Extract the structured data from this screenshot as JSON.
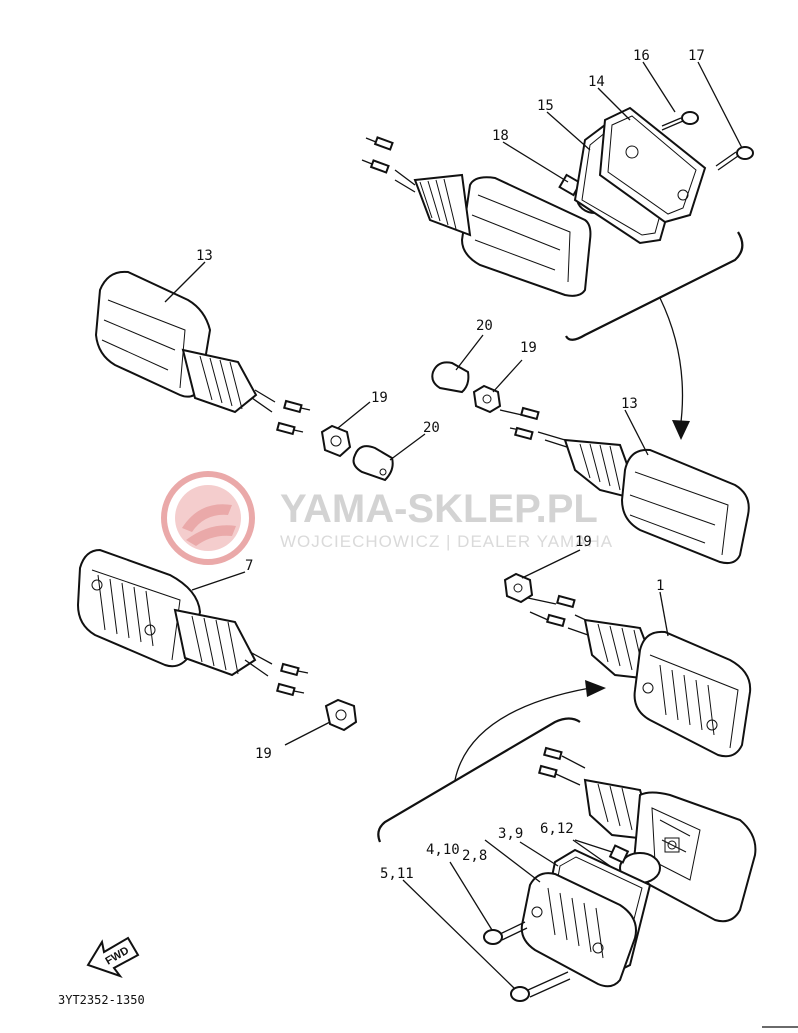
{
  "diagram": {
    "drawing_code": "3YT2352-1350",
    "fwd_label": "FWD",
    "watermark": {
      "brand": "YAMA-SKLEP.PL",
      "subtitle": "WOJCIECHOWICZ | DEALER YAMAHA"
    },
    "callouts": [
      "16",
      "17",
      "14",
      "15",
      "18",
      "13",
      "20",
      "19",
      "13",
      "19",
      "20",
      "19",
      "7",
      "1",
      "19",
      "3,9",
      "6,12",
      "2,8",
      "4,10",
      "5,11"
    ]
  },
  "colors": {
    "line": "#111111",
    "watermark_logo": "#e8a0a0",
    "watermark_text": "#cfcfcf"
  }
}
